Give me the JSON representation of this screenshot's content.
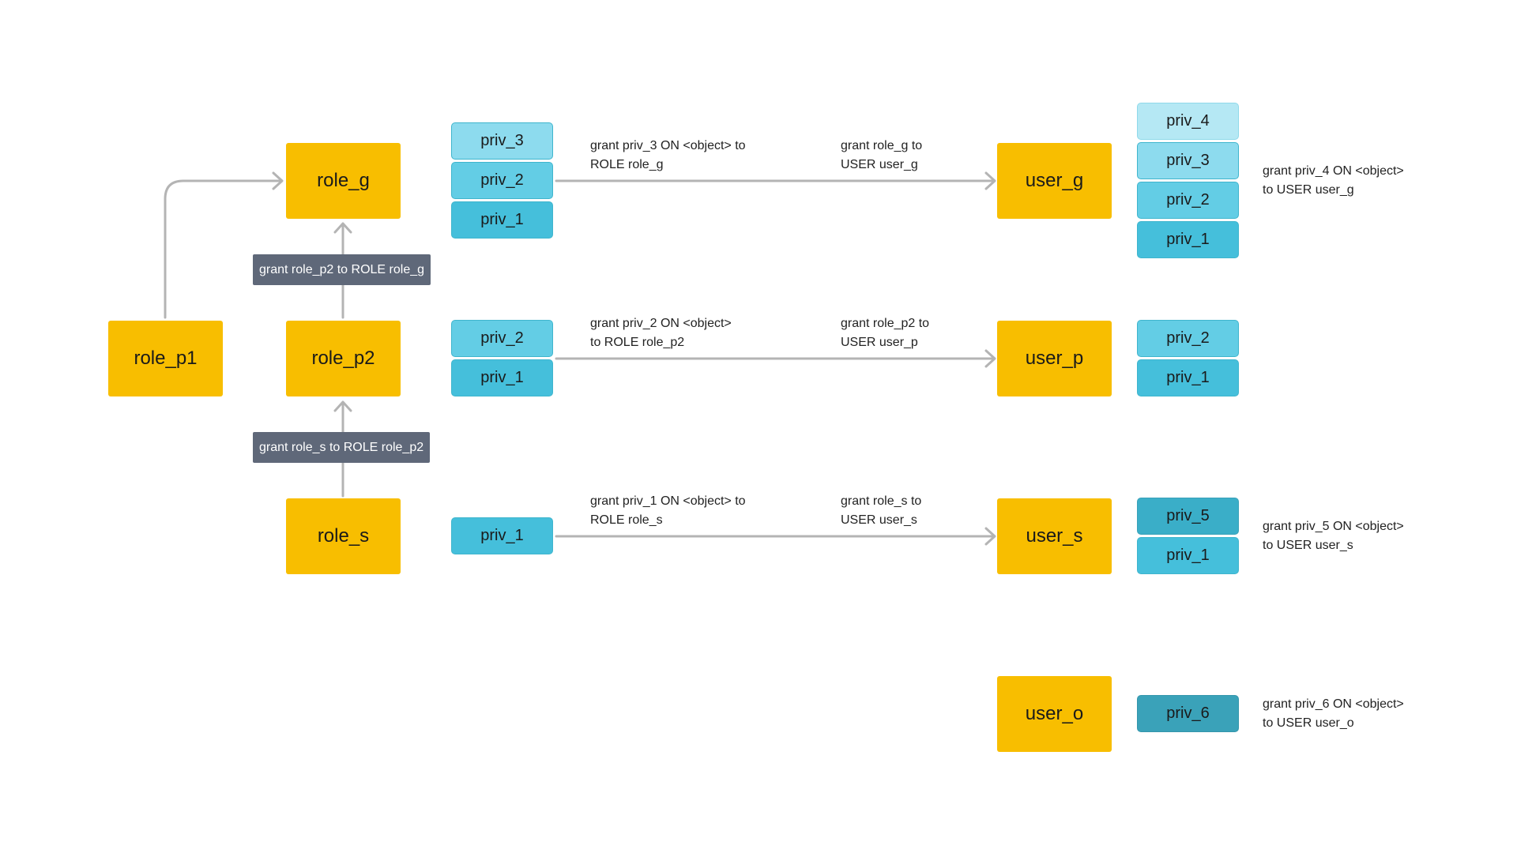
{
  "colors": {
    "role_fill": "#f8be00",
    "tag_fill": "#5f6879",
    "edge": "#b4b4b4",
    "priv_shades": [
      "#b5e8f4",
      "#8ddbee",
      "#63cde5",
      "#45bfdb",
      "#3aaec8",
      "#3aa2b9"
    ]
  },
  "nodes": {
    "role_g": "role_g",
    "role_p1": "role_p1",
    "role_p2": "role_p2",
    "role_s": "role_s",
    "user_g": "user_g",
    "user_p": "user_p",
    "user_s": "user_s",
    "user_o": "user_o"
  },
  "role_privs": {
    "role_g": [
      "priv_3",
      "priv_2",
      "priv_1"
    ],
    "role_p2": [
      "priv_2",
      "priv_1"
    ],
    "role_s": [
      "priv_1"
    ]
  },
  "user_privs": {
    "user_g": [
      "priv_4",
      "priv_3",
      "priv_2",
      "priv_1"
    ],
    "user_p": [
      "priv_2",
      "priv_1"
    ],
    "user_s": [
      "priv_5",
      "priv_1"
    ],
    "user_o": [
      "priv_6"
    ]
  },
  "edge_tags": {
    "p2_to_g": "grant role_p2 to ROLE role_g",
    "s_to_p2": "grant role_s to ROLE role_p2"
  },
  "grant_labels": {
    "priv_to_role_g": "grant priv_3 ON <object> to\nROLE role_g",
    "role_to_user_g": "grant role_g to\nUSER user_g",
    "priv_to_role_p2": "grant priv_2 ON <object>\nto ROLE role_p2",
    "role_to_user_p": "grant role_p2 to\nUSER user_p",
    "priv_to_role_s": "grant priv_1 ON <object> to\nROLE role_s",
    "role_to_user_s": "grant role_s to\nUSER user_s",
    "direct_user_g": "grant priv_4 ON <object>\nto USER user_g",
    "direct_user_s": "grant priv_5 ON <object>\nto USER user_s",
    "direct_user_o": "grant priv_6 ON <object>\nto USER user_o"
  }
}
